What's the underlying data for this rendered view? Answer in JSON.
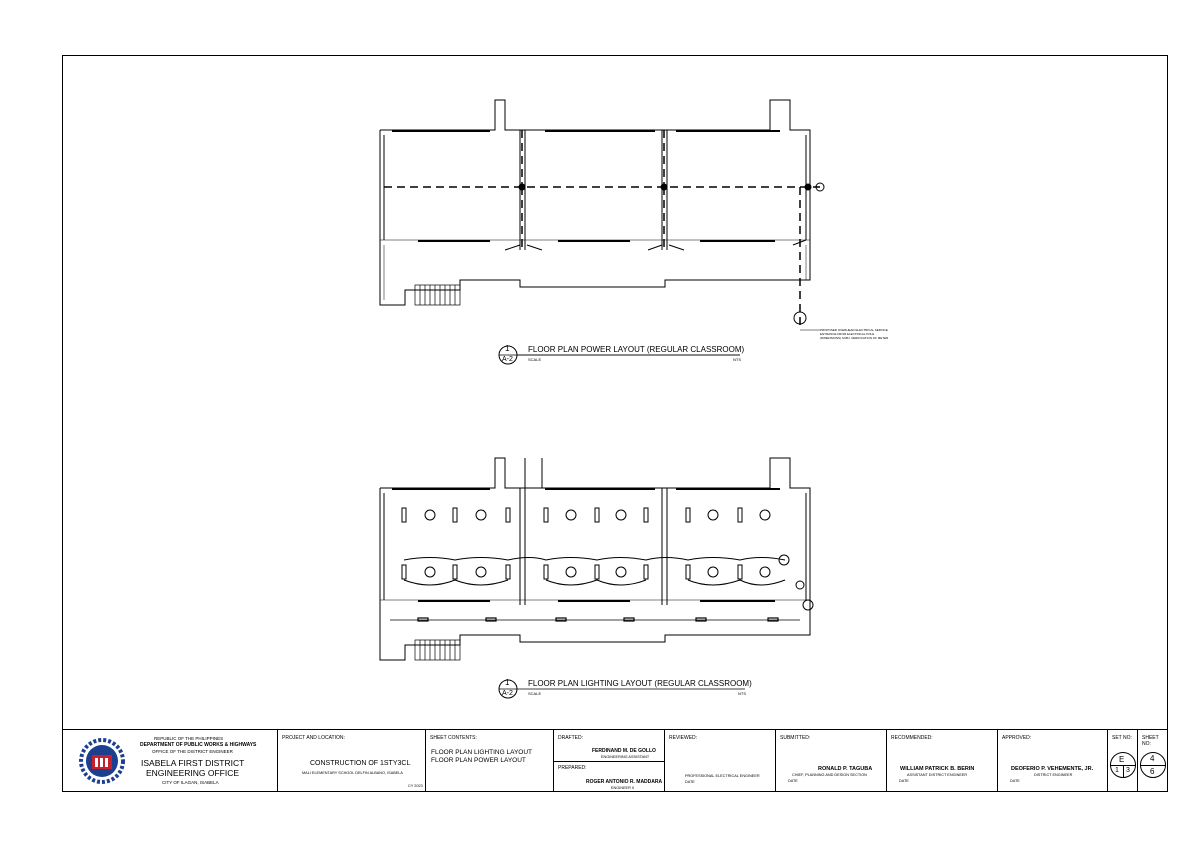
{
  "drawings": {
    "power": {
      "number": "1",
      "sheet_ref": "A-2",
      "title": "FLOOR PLAN POWER LAYOUT (REGULAR CLASSROOM)",
      "scale_label": "SCALE",
      "scale_value": "NTS",
      "note": "PROPOSED OVERHEAD ELECTRICAL SERVICE ENTRANCE FROM ELECTRICAL POLE (DIMENSIONS) SUBJ. VERIFICATION OF METER"
    },
    "lighting": {
      "number": "1",
      "sheet_ref": "A-2",
      "title": "FLOOR PLAN LIGHTING LAYOUT (REGULAR CLASSROOM)",
      "scale_label": "SCALE",
      "scale_value": "NTS"
    }
  },
  "title_block": {
    "agency": {
      "line1": "REPUBLIC OF THE PHILIPPINES",
      "line2": "DEPARTMENT OF PUBLIC WORKS & HIGHWAYS",
      "line3": "OFFICE OF THE DISTRICT ENGINEER",
      "office1": "ISABELA FIRST DISTRICT",
      "office2": "ENGINEERING OFFICE",
      "city": "CITY OF ILAGAN, ISABELA"
    },
    "project": {
      "label": "PROJECT AND LOCATION:",
      "name": "CONSTRUCTION OF 1STY3CL",
      "location": "MALI ELEMENTARY SCHOOL DELFIN ALBANO, ISABELA",
      "cy": "CY 2023"
    },
    "sheet_contents": {
      "label": "SHEET CONTENTS:",
      "line1": "FLOOR PLAN LIGHTING LAYOUT",
      "line2": "FLOOR PLAN POWER LAYOUT"
    },
    "drafted": {
      "label": "DRAFTED:",
      "name": "FERDINAND M. DE GOLLO",
      "title": "ENGINEERING ASSISTANT"
    },
    "prepared": {
      "label": "PREPARED:",
      "name": "ROGER ANTONIO R. MADDARA",
      "title": "ENGINEER II"
    },
    "reviewed": {
      "label": "REVIEWED:",
      "title": "PROFESSIONAL ELECTRICAL ENGINEER",
      "date": "DATE"
    },
    "submitted": {
      "label": "SUBMITTED:",
      "name": "RONALD P. TAGUBA",
      "title": "CHIEF, PLANNING AND DESIGN SECTION",
      "date": "DATE"
    },
    "recommended": {
      "label": "RECOMMENDED:",
      "name": "WILLIAM PATRICK B. BERIN",
      "title": "ASSISTANT DISTRICT ENGINEER",
      "date": "DATE"
    },
    "approved": {
      "label": "APPROVED:",
      "name": "DEOFERIO P. VEHEMENTE, JR.",
      "title": "DISTRICT ENGINEER",
      "date": "DATE"
    },
    "set_no": {
      "label": "SET NO:",
      "letter": "E",
      "num": "1",
      "of": "3"
    },
    "sheet_no": {
      "label": "SHEET NO:",
      "num": "4",
      "of": "6"
    }
  },
  "colors": {
    "line": "#000000",
    "logo_blue": "#1c3f8f",
    "logo_red": "#c8202a"
  }
}
